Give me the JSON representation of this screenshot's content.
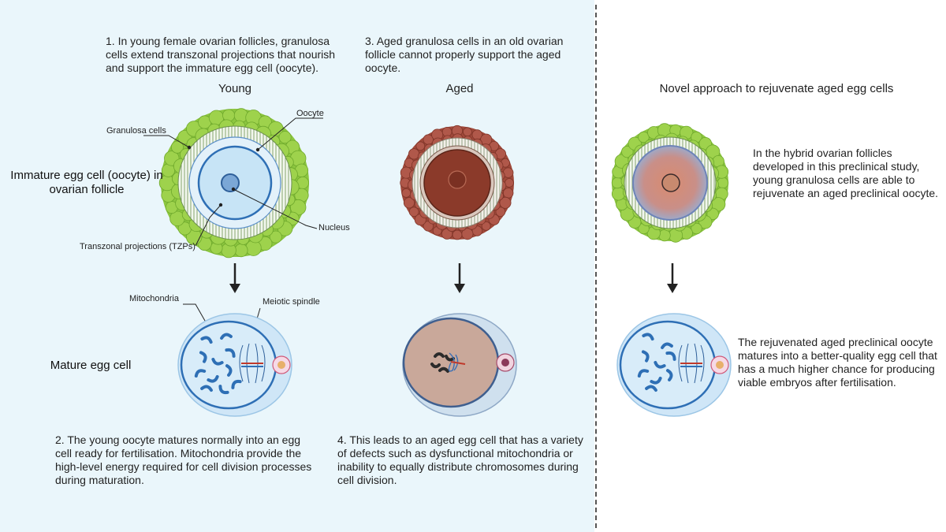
{
  "panel_left_bg": "#eaf6fb",
  "headings": {
    "young": "Young",
    "aged": "Aged",
    "novel": "Novel approach to rejuvenate aged egg cells"
  },
  "row_labels": {
    "immature": "Immature egg cell (oocyte) in ovarian follicle",
    "mature": "Mature egg cell"
  },
  "descriptions": {
    "step1": "1. In young female ovarian follicles, granulosa cells extend transzonal projections that nourish and support the immature egg cell (oocyte).",
    "step2": "2. The young oocyte matures normally into an egg cell ready for fertilisation. Mitochondria provide the high-level energy required for cell division processes during maturation.",
    "step3": "3. Aged granulosa cells in an old ovarian follicle cannot properly support the aged oocyte.",
    "step4": "4. This leads to an aged egg cell that has a variety of defects such as dysfunctional mitochondria or inability to equally distribute chromosomes during cell division.",
    "hybrid": "In the hybrid ovarian follicles developed in this preclinical study, young granulosa cells are able to rejuvenate an aged preclinical oocyte.",
    "rejuvenated": "The rejuvenated aged preclinical oocyte matures into a better-quality egg cell that has a much higher chance for producing viable embryos after fertilisation."
  },
  "callouts": {
    "granulosa": "Granulosa cells",
    "oocyte": "Oocyte",
    "nucleus": "Nucleus",
    "tzp": "Transzonal projections (TZPs)",
    "mitochondria": "Mitochondria",
    "spindle": "Meiotic spindle"
  },
  "colors": {
    "young_granulosa": "#8cc63f",
    "aged_granulosa": "#a0493a",
    "oocyte_young": "#c7e4f6",
    "oocyte_aged": "#8b3a2a",
    "egg_blue": "#cfe6f7",
    "egg_aged": "#c9a89a",
    "membrane": "#2e6fb5",
    "arrow": "#222222"
  }
}
